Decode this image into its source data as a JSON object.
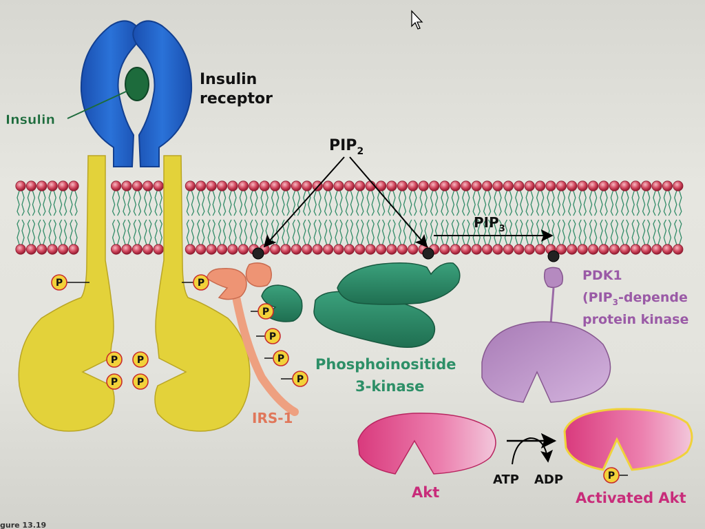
{
  "labels": {
    "insulin": "Insulin",
    "receptor_line1": "Insulin",
    "receptor_line2": "receptor",
    "pip2_main": "PIP",
    "pip2_sub": "2",
    "pip3_main": "PIP",
    "pip3_sub": "3",
    "pdk1_line1": "PDK1",
    "pdk1_line2_pre": "(PIP",
    "pdk1_line2_sub": "3",
    "pdk1_line2_post": "-depende",
    "pdk1_line3": "protein kinase",
    "pi3k_line1": "Phosphoinositide",
    "pi3k_line2": "3-kinase",
    "irs1": "IRS-1",
    "akt": "Akt",
    "activated_akt": "Activated Akt",
    "atp": "ATP",
    "adp": "ADP",
    "phosphate": "P",
    "figure_caption": "gure 13.19"
  },
  "colors": {
    "receptor_alpha": "#1f5fc4",
    "receptor_beta": "#e3d23a",
    "insulin": "#1d6b3c",
    "membrane_head": "#c8384f",
    "membrane_tail": "#2f8a66",
    "pi3k": "#2e8f6c",
    "irs1": "#e88c67",
    "pdk1": "#b58ac0",
    "akt": "#e04a86",
    "phosphate_fill": "#f2d23a",
    "pink_text": "#c82c7a",
    "purple_text": "#9a5aa6",
    "green_text": "#2d8f67",
    "irs_text": "#e0775a"
  }
}
